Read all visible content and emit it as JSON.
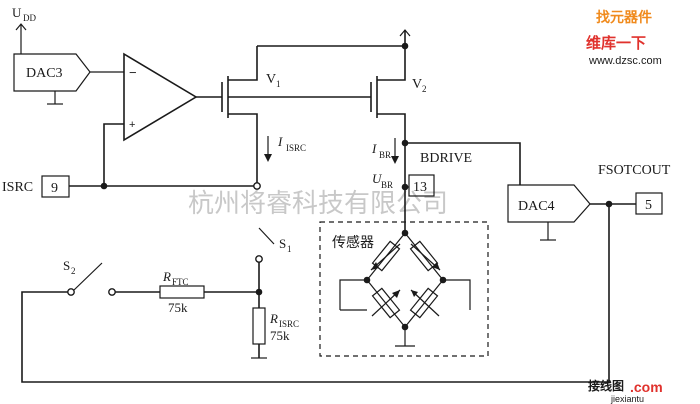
{
  "labels": {
    "udd": "U",
    "udd_sub": "DD",
    "dac3": "DAC3",
    "dac4": "DAC4",
    "opamp_minus": "−",
    "opamp_plus": "+",
    "v1": "V",
    "v1_sub": "1",
    "v2": "V",
    "v2_sub": "2",
    "isrc_current": "I",
    "isrc_current_sub": "ISRC",
    "ibr_current": "I",
    "ibr_current_sub": "BR",
    "ubr": "U",
    "ubr_sub": "BR",
    "bdrive": "BDRIVE",
    "pin13": "13",
    "isrc_pin_label": "ISRC",
    "pin9": "9",
    "fsotcout": "FSOTCOUT",
    "pin5": "5",
    "s1": "S",
    "s1_sub": "1",
    "s2": "S",
    "s2_sub": "2",
    "rftc": "R",
    "rftc_sub": "FTC",
    "rftc_value": "75k",
    "risrc": "R",
    "risrc_sub": "ISRC",
    "risrc_value": "75k",
    "sensor": "传感器"
  },
  "watermarks": {
    "center": "杭州将睿科技有限公司",
    "top_right_1": "找元器件",
    "top_right_2": "维库一下",
    "top_right_url": "www.dzsc.com",
    "bottom_right_1": "接线图",
    "bottom_right_2": ".com",
    "bottom_right_url": "jiexiantu"
  },
  "colors": {
    "ink": "#1a1a1a",
    "watermark": "#c8c8c8",
    "logo_red": "#e0322d",
    "logo_orange": "#f08a1c"
  }
}
